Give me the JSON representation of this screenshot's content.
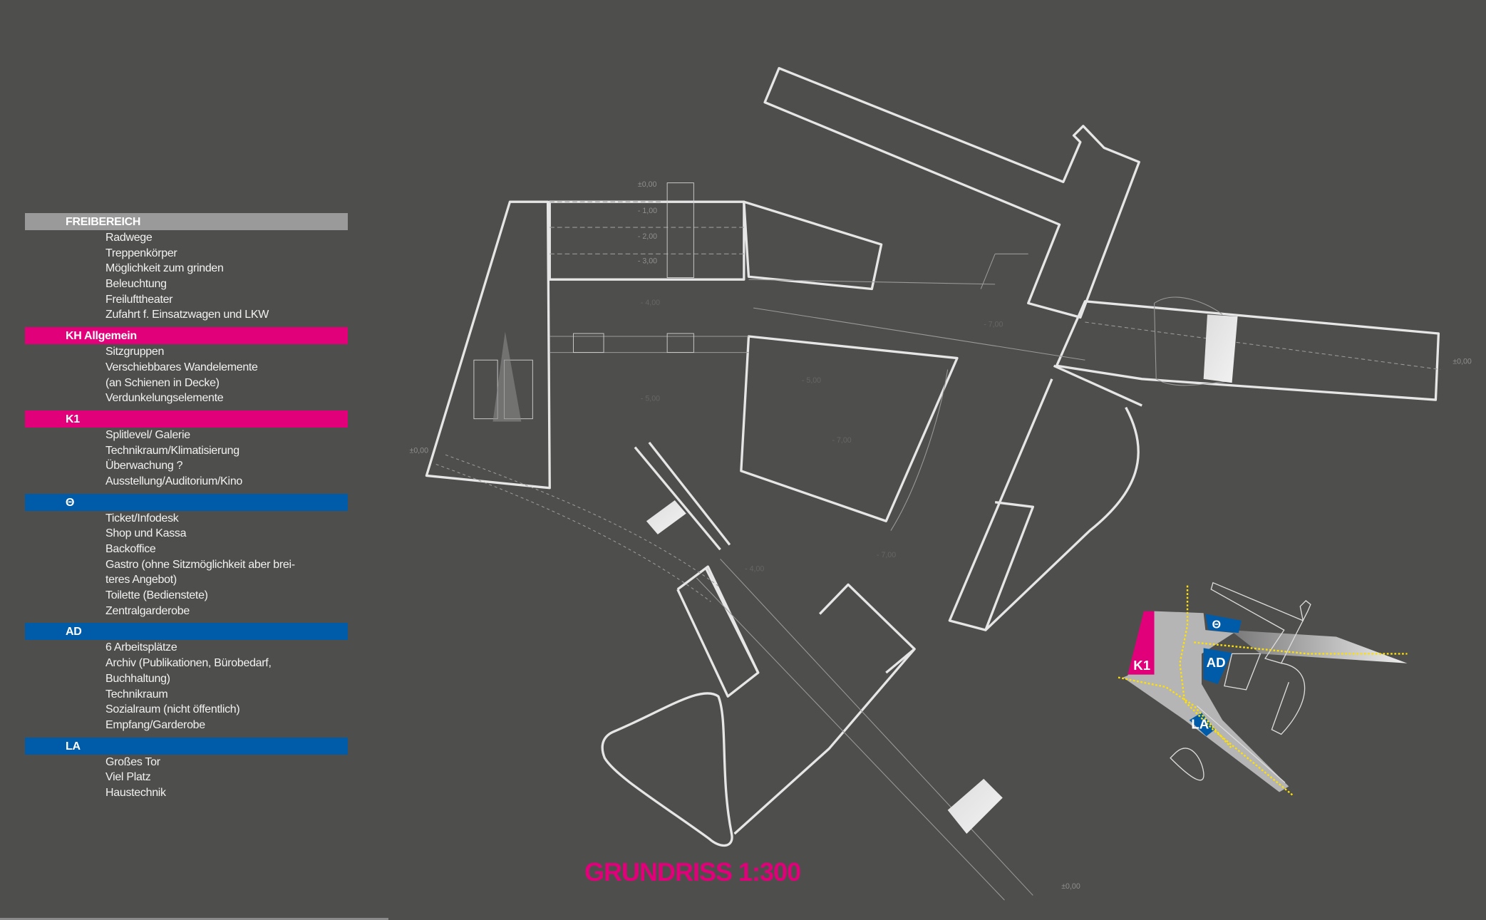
{
  "legend": {
    "sections": [
      {
        "title": "FREIBEREICH",
        "color": "#9a9a9a",
        "items": [
          "Radwege",
          "Treppenkörper",
          "Möglichkeit zum grinden",
          "Beleuchtung",
          "Freilufttheater",
          "Zufahrt f. Einsatzwagen und LKW"
        ]
      },
      {
        "title": "KH Allgemein",
        "color": "#e2007a",
        "items": [
          "Sitzgruppen",
          "Verschiebbares Wandelemente",
          "(an Schienen in Decke)",
          "Verdunkelungselemente"
        ]
      },
      {
        "title": "K1",
        "color": "#e2007a",
        "items": [
          "Splitlevel/ Galerie",
          "Technikraum/Klimatisierung",
          "Überwachung ?",
          "Ausstellung/Auditorium/Kino"
        ]
      },
      {
        "title": "Θ",
        "color": "#005ca9",
        "items": [
          "Ticket/Infodesk",
          "Shop und Kassa",
          "Backoffice",
          "Gastro (ohne Sitzmöglichkeit aber brei-",
          "teres Angebot)",
          "Toilette (Bedienstete)",
          "Zentralgarderobe"
        ]
      },
      {
        "title": "AD",
        "color": "#005ca9",
        "items": [
          "6 Arbeitsplätze",
          "Archiv (Publikationen, Bürobedarf,",
          "Buchhaltung)",
          "Technikraum",
          "Sozialraum (nicht öffentlich)",
          "Empfang/Garderobe"
        ]
      },
      {
        "title": "LA",
        "color": "#005ca9",
        "items": [
          "Großes Tor",
          "Viel Platz",
          "Haustechnik"
        ]
      }
    ]
  },
  "plan": {
    "levels": {
      "stair_0": "±0,00",
      "stair_1": "- 1,00",
      "stair_2": "- 2,00",
      "stair_3": "- 3,00",
      "hall_4": "- 4,00",
      "hall_5": "- 5,00",
      "gallery_5": "- 5,00",
      "gallery_7": "- 7,00",
      "east_7": "- 7,00",
      "south_7": "- 7,00",
      "corridor_4": "- 4,00",
      "west_0": "±0,00",
      "east_0": "±0,00",
      "south_0": "±0,00"
    }
  },
  "minimap": {
    "k1": "K1",
    "theta": "Θ",
    "ad": "AD",
    "la": "LA"
  },
  "title": {
    "text": "GRUNDRISS 1:300",
    "color": "#e2007a"
  },
  "colors": {
    "background": "#4e4e4c",
    "line": "#e6e6e6",
    "route": "#ffe000"
  }
}
